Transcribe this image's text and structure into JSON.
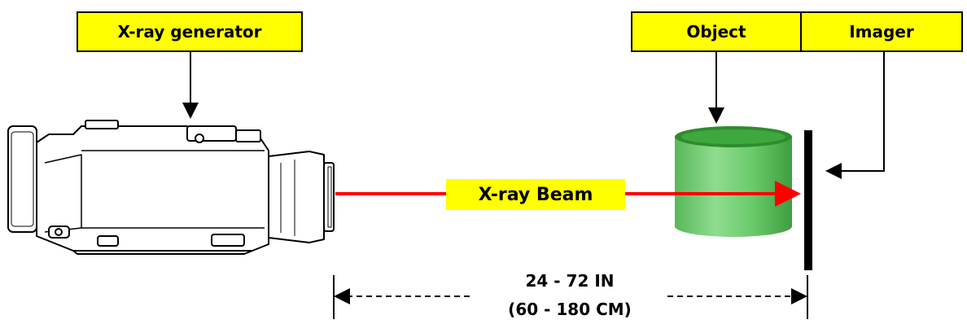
{
  "labels": {
    "generator": "X-ray generator",
    "object": "Object",
    "imager": "Imager",
    "beam": "X-ray Beam"
  },
  "distance": {
    "inches": "24 - 72 IN",
    "cm": "(60 - 180 CM)"
  },
  "colors": {
    "label_bg": "#ffff00",
    "beam": "#ff0000",
    "object_green": "#4cc24c"
  }
}
